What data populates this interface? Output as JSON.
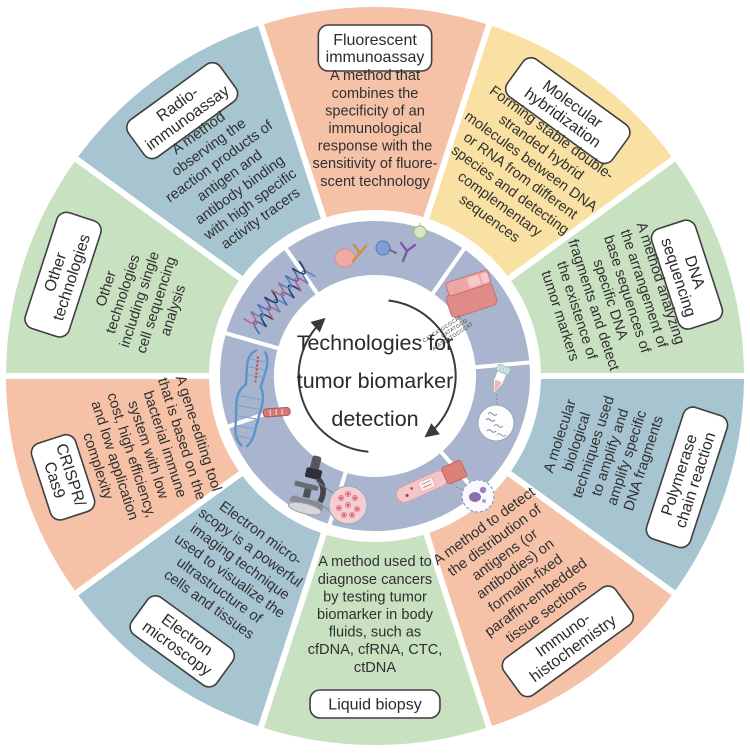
{
  "title": {
    "lines": [
      "Technologies for",
      "tumor biomarker",
      "detection"
    ]
  },
  "colors": {
    "salmon": "#f5c2a8",
    "yellow": "#f9e1a3",
    "green": "#c8e1c1",
    "blue": "#a7c4d1",
    "ring": "#a9b4cf",
    "label_box_fill": "#ffffff",
    "label_box_border": "#3f3f3f",
    "text": "#2b2b2b",
    "arrow": "#3a3a3a"
  },
  "segments": [
    {
      "id": "fluorescent-immunoassay",
      "angle": 0,
      "color_key": "salmon",
      "label_lines": [
        "Fluorescent",
        "immunoassay"
      ],
      "desc_lines": [
        "A method that",
        "combines the",
        "specificity of an",
        "immunological",
        "response with the",
        "sensitivity of fluore-",
        "scent technology"
      ]
    },
    {
      "id": "molecular-hybridization",
      "angle": 36,
      "color_key": "yellow",
      "label_lines": [
        "Molecular",
        "hybridization"
      ],
      "desc_lines": [
        "Forming stable double-",
        "stranded hybrid",
        "molecules between DNA",
        "or RNA from different",
        "species and detecting",
        "complementary",
        "sequences"
      ]
    },
    {
      "id": "dna-sequencing",
      "angle": 72,
      "color_key": "green",
      "label_lines": [
        "DNA",
        "sequencing"
      ],
      "desc_lines": [
        "A method analyzing",
        "the arrangement of",
        "base sequences of",
        "specific DNA",
        "fragments and detect",
        "the existence of",
        "tumor markers"
      ]
    },
    {
      "id": "polymerase-chain-reaction",
      "angle": 108,
      "color_key": "blue",
      "label_lines": [
        "Polymerase",
        "chain reaction"
      ],
      "desc_lines": [
        "A molecular",
        "biological",
        "techniques used",
        "to amplify and",
        "amplify specific",
        "DNA fragments"
      ]
    },
    {
      "id": "immuno-histochemistry",
      "angle": 144,
      "color_key": "salmon",
      "label_lines": [
        "Immuno-",
        "histochemistry"
      ],
      "desc_lines": [
        "A method to detect",
        "the distribution of",
        "antigens (or",
        "antibodies) on",
        "formalin-fixed",
        "paraffin-embedded",
        "tissue sections"
      ]
    },
    {
      "id": "liquid-biopsy",
      "angle": 180,
      "color_key": "green",
      "label_lines": [
        "Liquid biopsy"
      ],
      "desc_lines": [
        "A method used to",
        "diagnose cancers",
        "by testing tumor",
        "biomarker in body",
        "fluids, such as",
        "cfDNA, cfRNA, CTC,",
        "ctDNA"
      ]
    },
    {
      "id": "electron-microscopy",
      "angle": 216,
      "color_key": "blue",
      "label_lines": [
        "Electron",
        "microscopy"
      ],
      "desc_lines": [
        "Electron micro-",
        "scopy is a powerful",
        "imaging technique",
        "used to visualize the",
        "ultrastructure of",
        "cells and tissues"
      ]
    },
    {
      "id": "crispr-cas9",
      "angle": 252,
      "color_key": "salmon",
      "label_lines": [
        "CRISPR/",
        "Cas9"
      ],
      "desc_lines": [
        "A gene-editing tool",
        "that is based on the",
        "bacterial immune",
        "system with low",
        "cost, high efficiency,",
        "and low application",
        "complexity"
      ]
    },
    {
      "id": "other-technologies",
      "angle": 288,
      "color_key": "green",
      "label_lines": [
        "Other",
        "technologies"
      ],
      "desc_lines": [
        "Other",
        "technologies",
        "including single",
        "cell sequencing",
        "analysis"
      ]
    },
    {
      "id": "radio-immunoassay",
      "angle": 324,
      "color_key": "blue",
      "label_lines": [
        "Radio-",
        "immunoassay"
      ],
      "desc_lines": [
        "A method",
        "observing the",
        "reaction products of",
        "antigen and",
        "antibody binding",
        "with high specific",
        "activity tracers"
      ]
    }
  ],
  "inner_icons": [
    {
      "name": "antibody-complex-icon",
      "angle": 0
    },
    {
      "name": "dna-sequencer-icon",
      "angle": 51,
      "text_lines": [
        "CATCATGCGCAT",
        "CATATGCG",
        "ATATCATGCGCAT"
      ]
    },
    {
      "name": "sample-tube-icon",
      "angle": 103
    },
    {
      "name": "blood-tube-icon",
      "angle": 154
    },
    {
      "name": "microscope-icon",
      "angle": 206
    },
    {
      "name": "crispr-rna-icon",
      "angle": 257
    },
    {
      "name": "dna-helix-icon",
      "angle": 309
    }
  ]
}
